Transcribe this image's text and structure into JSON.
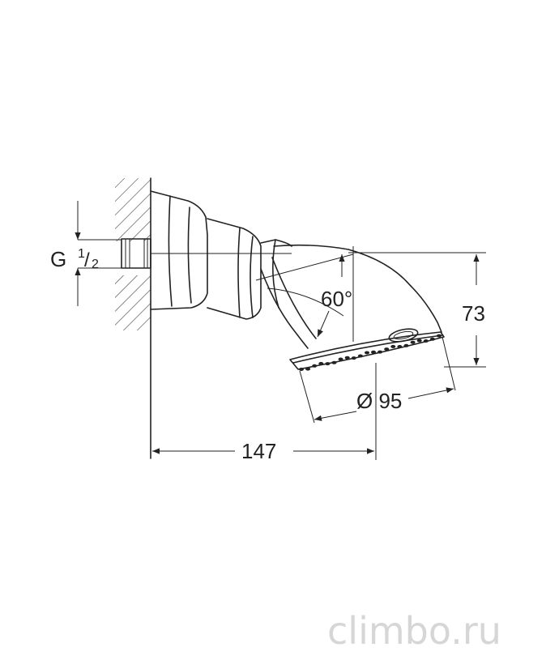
{
  "dimensions": {
    "thread_prefix": "G",
    "thread_num": "1",
    "thread_den": "2",
    "angle": "60°",
    "height": "73",
    "diameter": "Ø 95",
    "length": "147"
  },
  "watermark": "climbo.ru",
  "colors": {
    "line": "#222222",
    "watermark": "#d6d6d6"
  }
}
